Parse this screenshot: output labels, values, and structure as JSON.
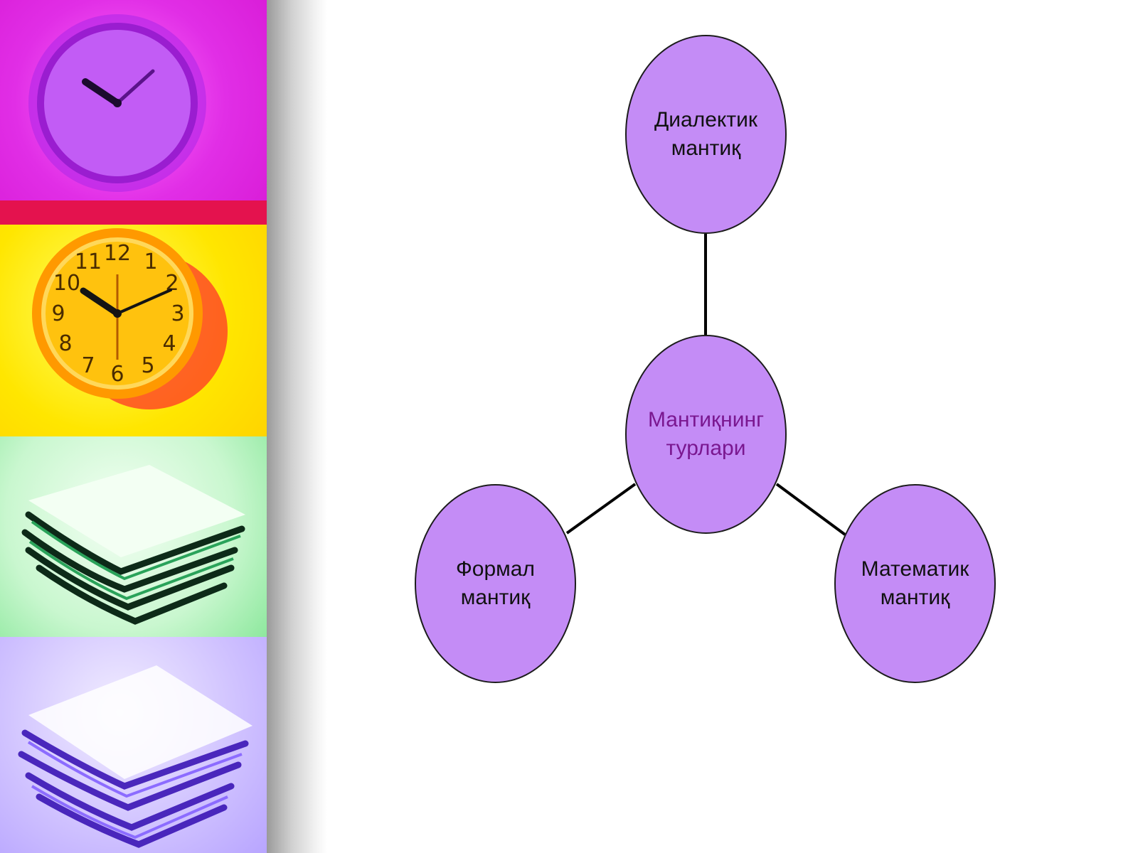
{
  "diagram": {
    "center": {
      "label": "Мантиқнинг\nтурлари"
    },
    "nodes": [
      {
        "id": "top",
        "label": "Диалектик\nмантиқ"
      },
      {
        "id": "left",
        "label": "Формал\nмантиқ"
      },
      {
        "id": "right",
        "label": "Математик\nмантиқ"
      }
    ]
  },
  "colors": {
    "node_fill": "#c48cf6",
    "node_border": "#1c1c1c",
    "center_text": "#7a1790",
    "leaf_text": "#111111"
  },
  "decorations": {
    "left_strip": [
      "purple-clock-panel",
      "yellow-clock-panel",
      "green-papers-panel",
      "lavender-papers-panel"
    ]
  }
}
